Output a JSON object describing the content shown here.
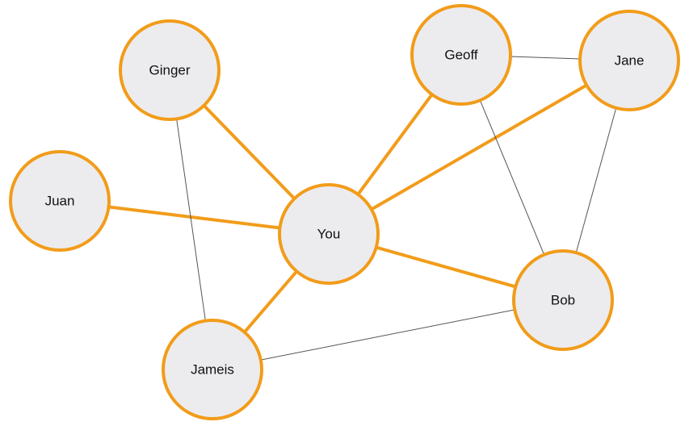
{
  "colors": {
    "node_fill": "#ececef",
    "node_stroke": "#f29c1a",
    "strong_edge": "#f29c1a",
    "weak_edge": "#555555"
  },
  "nodes": [
    {
      "id": "you",
      "label": "You"
    },
    {
      "id": "ginger",
      "label": "Ginger"
    },
    {
      "id": "geoff",
      "label": "Geoff"
    },
    {
      "id": "jane",
      "label": "Jane"
    },
    {
      "id": "juan",
      "label": "Juan"
    },
    {
      "id": "bob",
      "label": "Bob"
    },
    {
      "id": "jameis",
      "label": "Jameis"
    }
  ],
  "edges": [
    {
      "from": "you",
      "to": "ginger",
      "type": "strong"
    },
    {
      "from": "you",
      "to": "geoff",
      "type": "strong"
    },
    {
      "from": "you",
      "to": "jane",
      "type": "strong"
    },
    {
      "from": "you",
      "to": "juan",
      "type": "strong"
    },
    {
      "from": "you",
      "to": "bob",
      "type": "strong"
    },
    {
      "from": "you",
      "to": "jameis",
      "type": "strong"
    },
    {
      "from": "geoff",
      "to": "jane",
      "type": "weak"
    },
    {
      "from": "geoff",
      "to": "bob",
      "type": "weak"
    },
    {
      "from": "jane",
      "to": "bob",
      "type": "weak"
    },
    {
      "from": "ginger",
      "to": "jameis",
      "type": "weak"
    },
    {
      "from": "jameis",
      "to": "bob",
      "type": "weak"
    }
  ]
}
